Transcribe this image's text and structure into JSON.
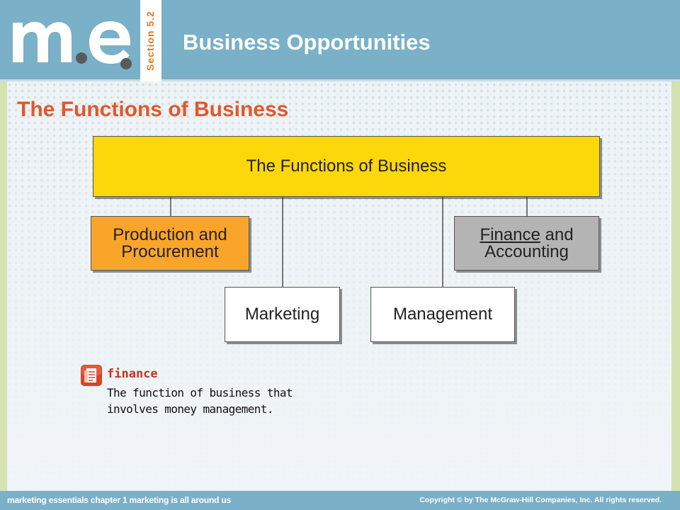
{
  "header": {
    "title": "Business Opportunities",
    "section_label": "Section 5.2",
    "logo_text": "m.e."
  },
  "page_title": "The Functions of Business",
  "diagram": {
    "root": "The Functions of Business",
    "children": [
      {
        "label": "Production and\nProcurement",
        "color": "#f9a52a"
      },
      {
        "label": "Marketing",
        "color": "#ffffff"
      },
      {
        "label": "Management",
        "color": "#ffffff"
      },
      {
        "label_underlined": "Finance",
        "label_rest": " and\nAccounting",
        "color": "#b4b4b4"
      }
    ],
    "root_color": "#fcd70a"
  },
  "glossary": {
    "term": "finance",
    "definition": "The function of business that involves money management.",
    "icon": "glossary-book-icon"
  },
  "footer": {
    "left": "marketing essentials  chapter 1  marketing is all around us",
    "right": "Copyright © by The McGraw-Hill Companies, Inc. All rights reserved."
  },
  "colors": {
    "header_bg": "#7ab0c8",
    "accent_orange": "#e07a1e",
    "title_red": "#e0582a",
    "term_red": "#c8331f"
  }
}
